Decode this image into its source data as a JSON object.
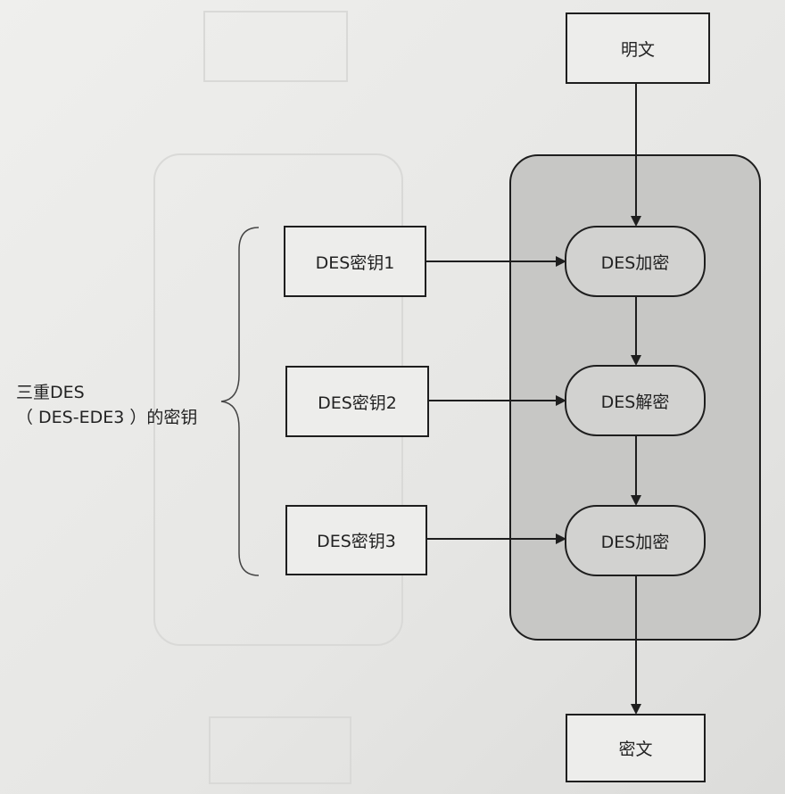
{
  "plaintext_label": "明文",
  "ciphertext_label": "密文",
  "keys": [
    {
      "label": "DES密钥1"
    },
    {
      "label": "DES密钥2"
    },
    {
      "label": "DES密钥3"
    }
  ],
  "stages": [
    {
      "label": "DES加密"
    },
    {
      "label": "DES解密"
    },
    {
      "label": "DES加密"
    }
  ],
  "brace_label": {
    "line1": "三重DES",
    "line2": "（ DES-EDE3 ）的密钥"
  }
}
